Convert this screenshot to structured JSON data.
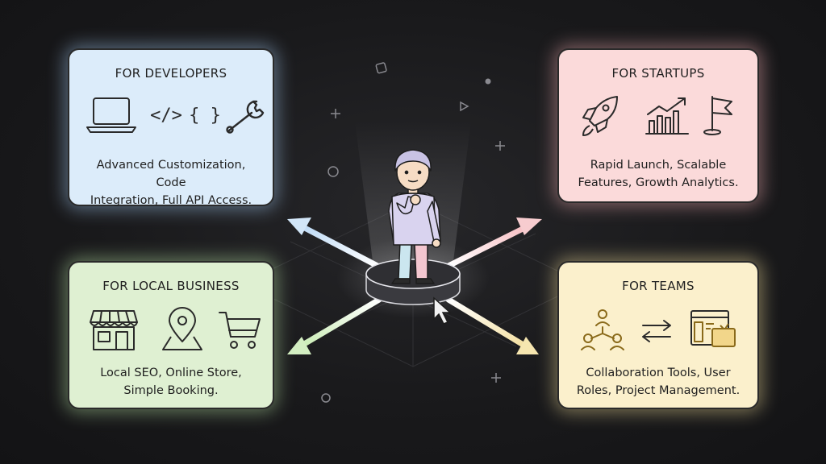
{
  "cards": {
    "developers": {
      "title": "FOR DEVELOPERS",
      "desc_line1": "Advanced Customization, Code",
      "desc_line2": "Integration, Full API Access.",
      "icon_code": "</>",
      "icon_braces": "{ }",
      "icons": [
        "laptop-icon",
        "code-icon",
        "braces-icon",
        "wrench-icon"
      ]
    },
    "startups": {
      "title": "FOR STARTUPS",
      "desc_line1": "Rapid Launch, Scalable",
      "desc_line2": "Features, Growth Analytics.",
      "icons": [
        "rocket-icon",
        "growth-chart-icon",
        "flag-icon"
      ]
    },
    "local_business": {
      "title": "FOR LOCAL BUSINESS",
      "desc_line1": "Local SEO, Online Store,",
      "desc_line2": "Simple Booking.",
      "icons": [
        "storefront-icon",
        "map-pin-icon",
        "shopping-cart-icon"
      ]
    },
    "teams": {
      "title": "FOR TEAMS",
      "desc_line1": "Collaboration Tools, User",
      "desc_line2": "Roles, Project Management.",
      "icons": [
        "team-network-icon",
        "exchange-arrows-icon",
        "project-window-icon"
      ]
    }
  },
  "colors": {
    "developers": "#dcecfa",
    "startups": "#fbdada",
    "local_business": "#dff0d2",
    "teams": "#fbf0cc",
    "background": "#19191b"
  }
}
